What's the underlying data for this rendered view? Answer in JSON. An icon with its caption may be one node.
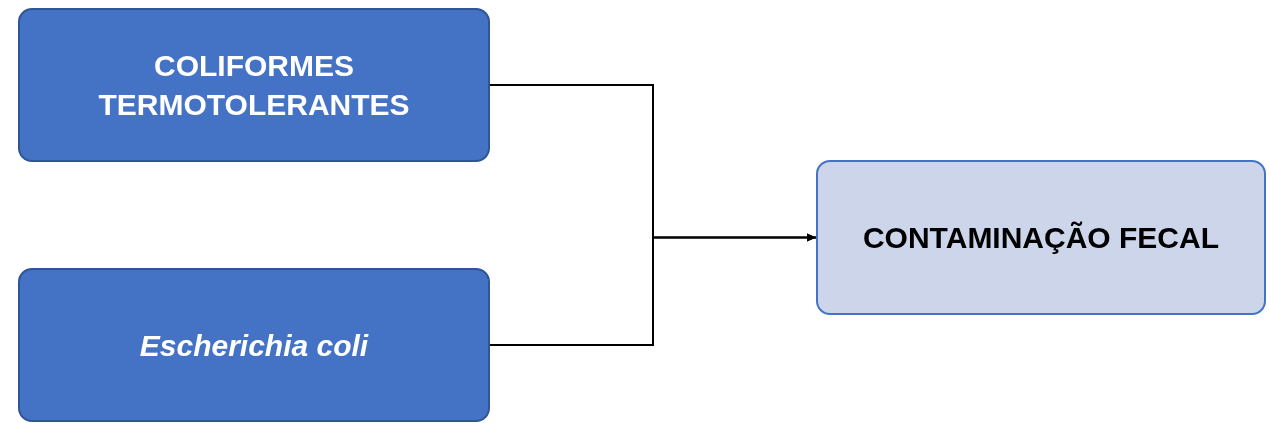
{
  "diagram": {
    "nodes": [
      {
        "text": [
          "COLIFORMES TERMOTOLERANTES"
        ]
      },
      {
        "text": [
          "Escherichia coli"
        ]
      },
      {
        "text": [
          "CONTAMINAÇÃO FECAL"
        ]
      }
    ],
    "edges": [
      {
        "from": 0,
        "to": 2,
        "arrow": "to"
      },
      {
        "from": 1,
        "to": 2,
        "arrow": "to"
      }
    ]
  }
}
